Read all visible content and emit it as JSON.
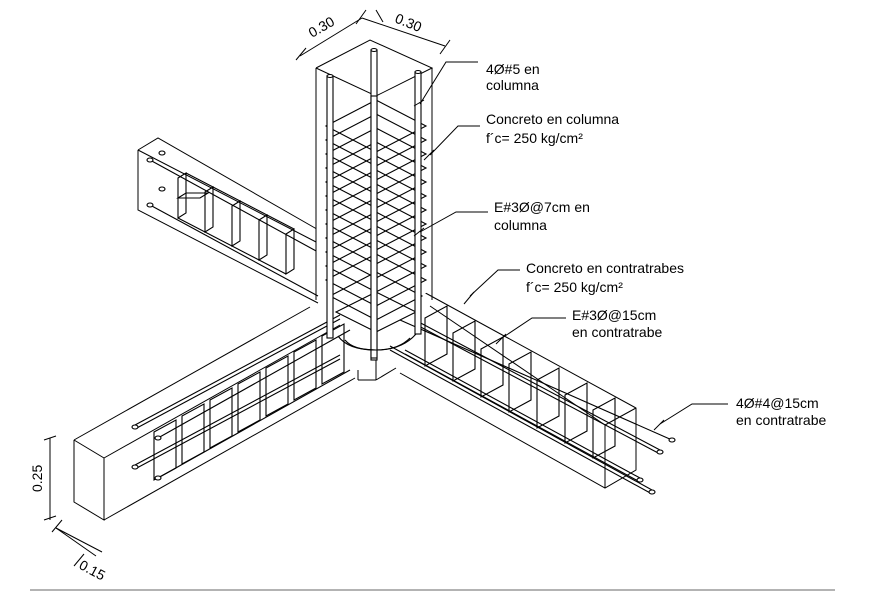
{
  "labels": {
    "col_rebar_1": "4Ø#5  en",
    "col_rebar_2": "columna",
    "col_concrete_1": "Concreto en columna",
    "col_concrete_2": "f´c= 250 kg/cm²",
    "col_stirrups_1": "E#3Ø@7cm  en",
    "col_stirrups_2": "columna",
    "beam_concrete_1": "Concreto en contratrabes",
    "beam_concrete_2": "f´c= 250 kg/cm²",
    "beam_stirrups_1": "E#3Ø@15cm",
    "beam_stirrups_2": "en contratrabe",
    "beam_rebar_1": "4Ø#4@15cm",
    "beam_rebar_2": "en contratrabe"
  },
  "dimensions": {
    "col_width_a": "0.30",
    "col_width_b": "0.30",
    "beam_height": "0.25",
    "beam_width": "0.15"
  }
}
